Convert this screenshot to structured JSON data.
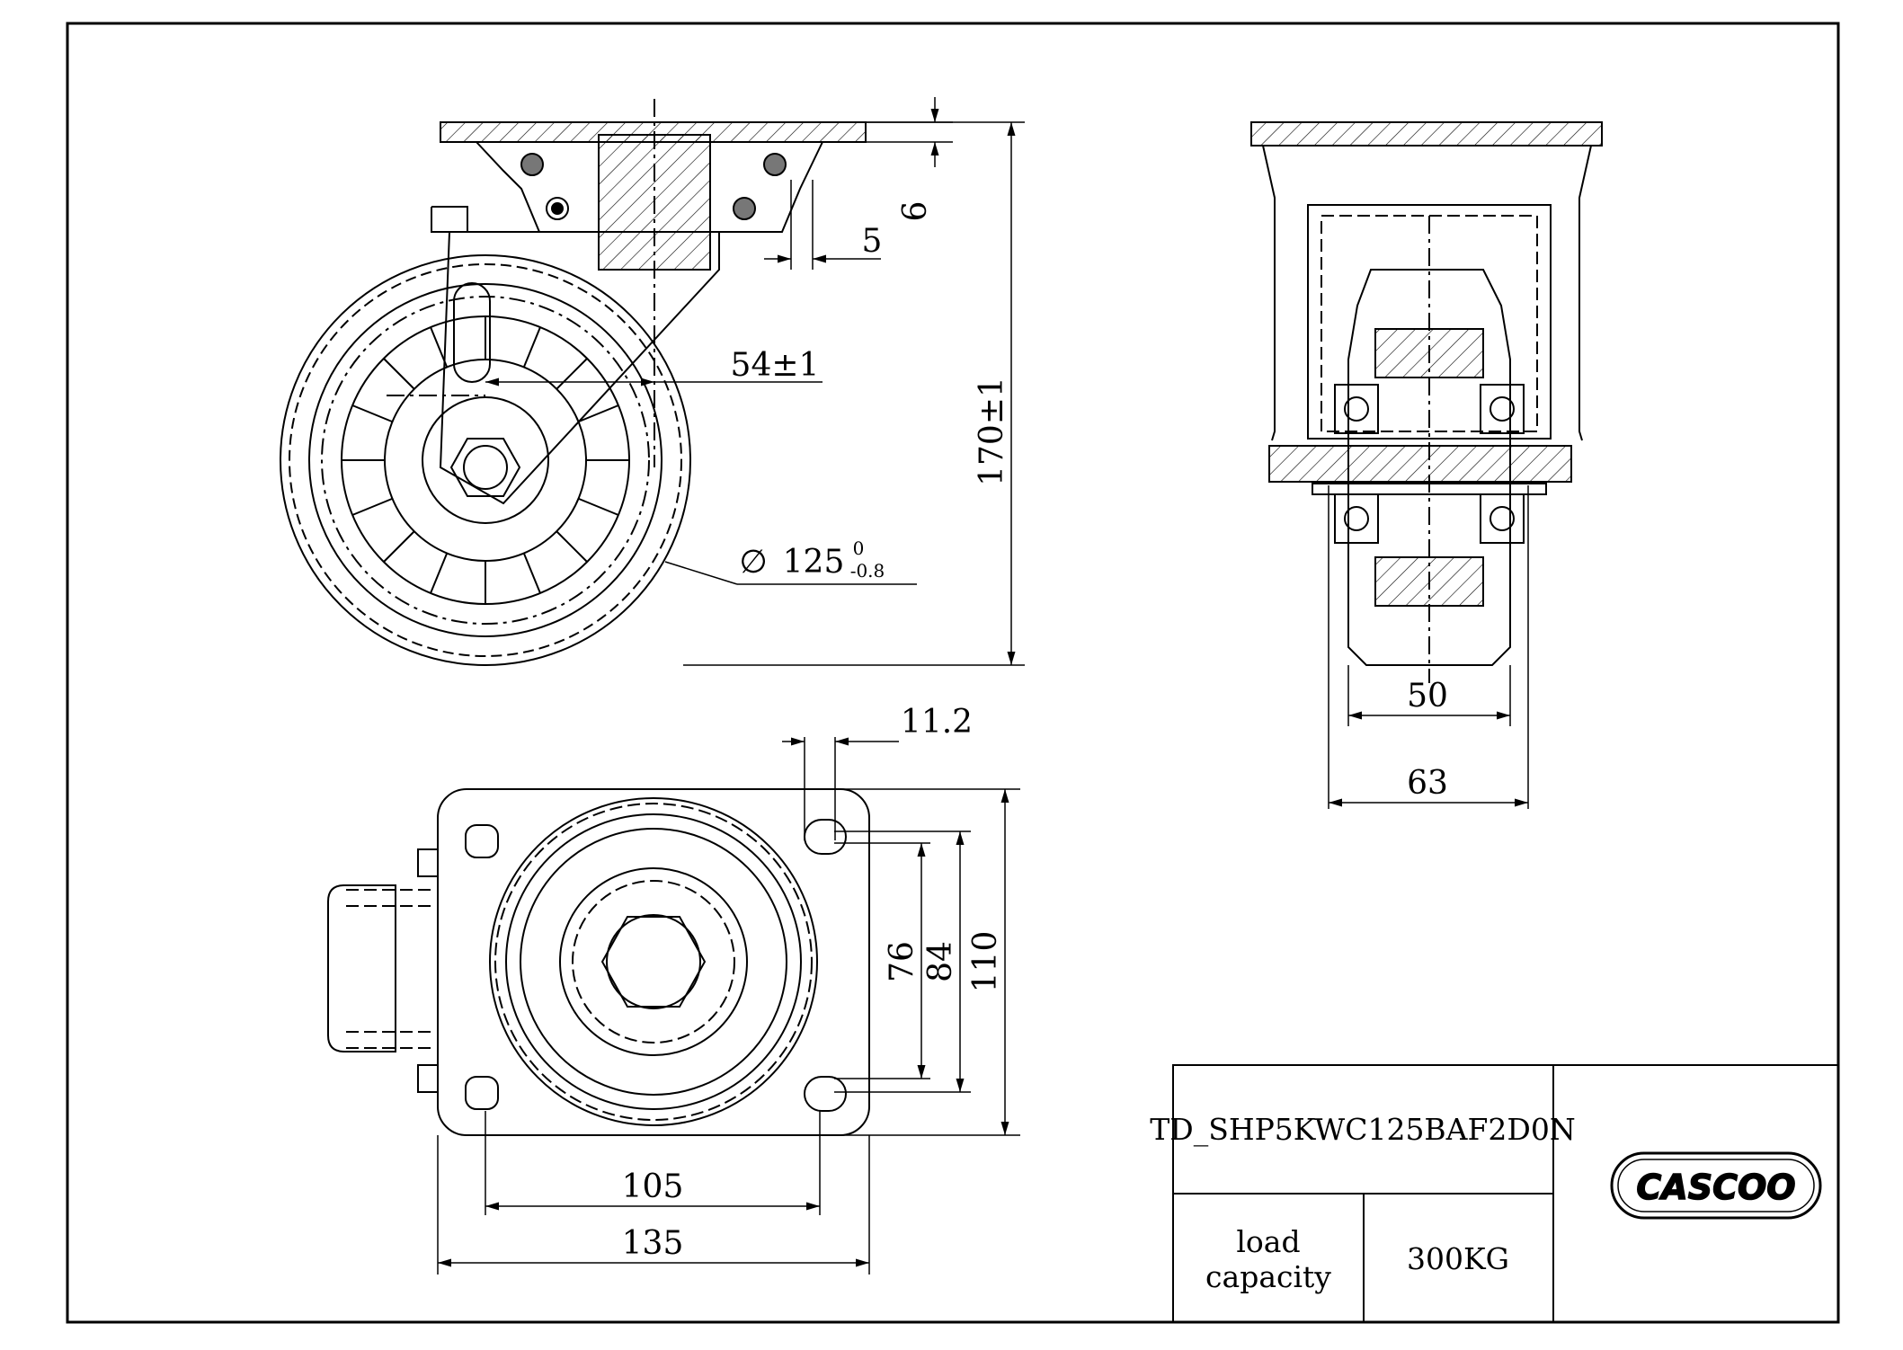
{
  "dimensions": {
    "top_offset": "6",
    "lock_offset": "5",
    "swivel_offset": "54±1",
    "height": "170±1",
    "wheel_diameter_main": "125",
    "wheel_diameter_tol_upper": "0",
    "wheel_diameter_tol_lower": "-0.8",
    "diameter_symbol": "∅",
    "wheel_width": "50",
    "fork_width": "63",
    "hole_diameter": "11.2",
    "bolt_spacing_short": "76",
    "bolt_spacing_mid": "84",
    "plate_width": "110",
    "bolt_spacing_long": "105",
    "plate_length": "135"
  },
  "title_block": {
    "part_number": "TD_SHP5KWC125BAF2D0N",
    "load_label_line1": "load",
    "load_label_line2": "capacity",
    "load_value": "300KG",
    "logo_text": "CASCOO"
  },
  "colors": {
    "line": "#000000",
    "background": "#ffffff"
  }
}
